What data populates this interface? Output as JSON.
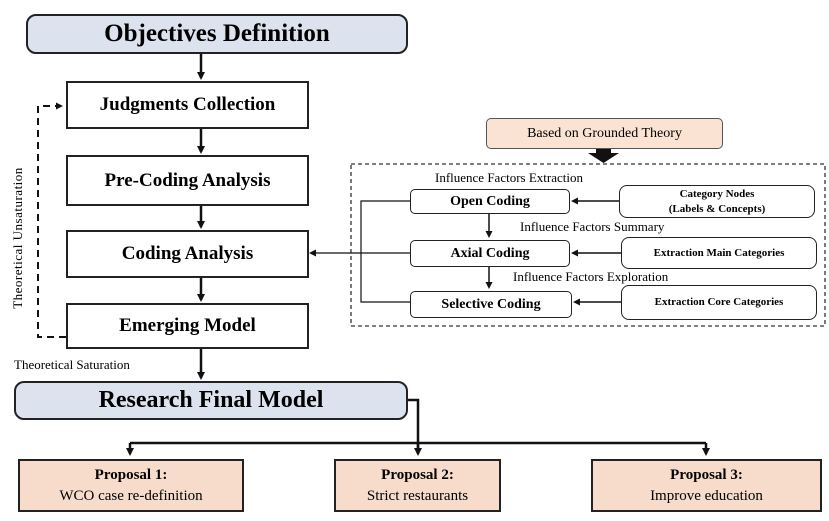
{
  "nodes": {
    "objectives": "Objectives Definition",
    "judgments": "Judgments Collection",
    "precoding": "Pre-Coding Analysis",
    "coding": "Coding Analysis",
    "emerging": "Emerging Model",
    "final": "Research Final Model"
  },
  "labels": {
    "unsaturation": "Theoretical  Unsaturation",
    "saturation": "Theoretical   Saturation"
  },
  "grounded": {
    "title": "Based on Grounded Theory",
    "extraction": "Influence Factors Extraction",
    "summary": "Influence Factors Summary",
    "exploration": "Influence Factors Exploration",
    "open": "Open Coding",
    "axial": "Axial Coding",
    "selective": "Selective Coding",
    "cat_nodes_1": "Category Nodes",
    "cat_nodes_2": "(Labels & Concepts)",
    "main_cat": "Extraction Main Categories",
    "core_cat": "Extraction Core Categories"
  },
  "proposals": [
    {
      "title": "Proposal 1:",
      "text": "WCO case re-definition"
    },
    {
      "title": "Proposal 2:",
      "text": "Strict restaurants"
    },
    {
      "title": "Proposal 3:",
      "text": "Improve education"
    }
  ]
}
